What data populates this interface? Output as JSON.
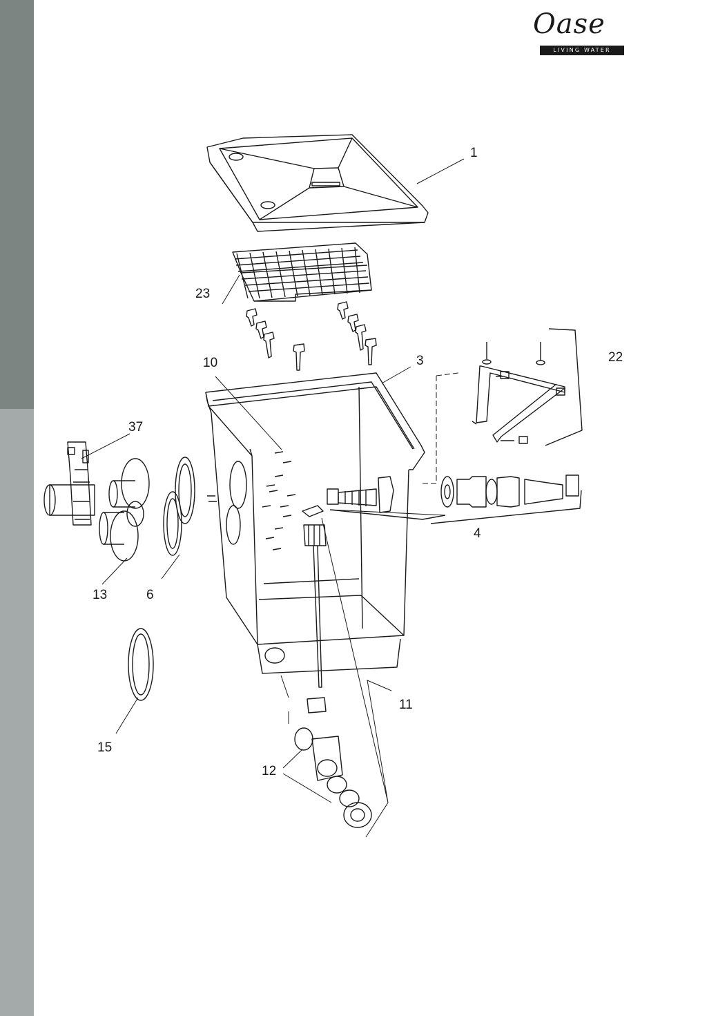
{
  "brand": {
    "name": "Oase",
    "tagline": "LIVING WATER"
  },
  "callouts": [
    {
      "id": "1",
      "label": "1"
    },
    {
      "id": "23",
      "label": "23"
    },
    {
      "id": "10",
      "label": "10"
    },
    {
      "id": "3",
      "label": "3"
    },
    {
      "id": "22",
      "label": "22"
    },
    {
      "id": "37",
      "label": "37"
    },
    {
      "id": "4",
      "label": "4"
    },
    {
      "id": "13",
      "label": "13"
    },
    {
      "id": "6",
      "label": "6"
    },
    {
      "id": "11",
      "label": "11"
    },
    {
      "id": "15",
      "label": "15"
    },
    {
      "id": "12",
      "label": "12"
    }
  ],
  "colors": {
    "sidebar_dark": "#7d8582",
    "sidebar_light": "#a4aaa9",
    "line": "#1a1a1a"
  }
}
